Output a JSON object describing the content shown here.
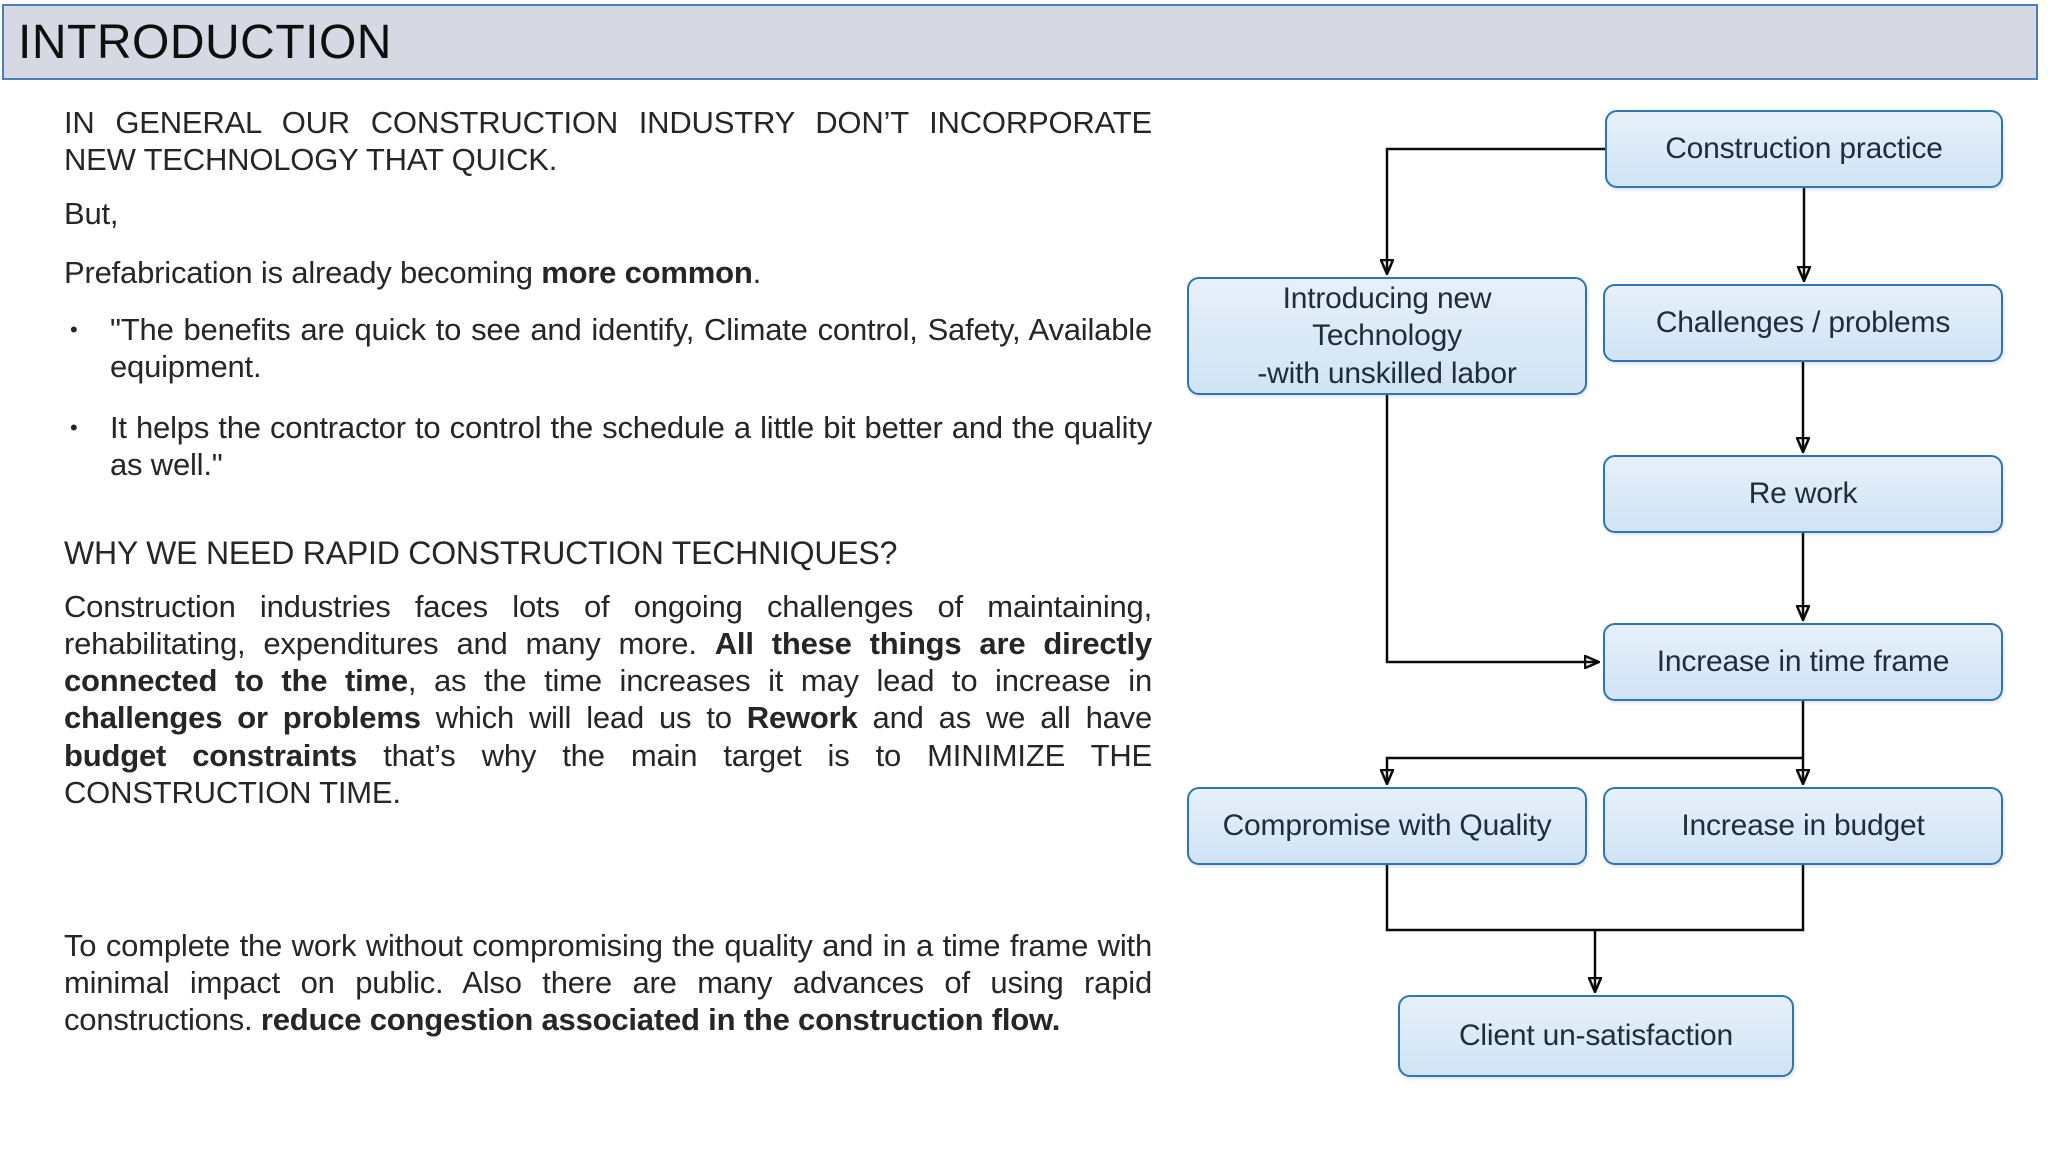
{
  "slide": {
    "title": "INTRODUCTION"
  },
  "content": {
    "opening": "IN GENERAL OUR CONSTRUCTION INDUSTRY DON’T INCORPORATE NEW TECHNOLOGY THAT QUICK.",
    "but": "But,",
    "bullet_char": "•",
    "prefab": {
      "pre": "Prefabrication is already becoming ",
      "bold": "more common",
      "post": "."
    },
    "bullets": [
      "\"The benefits are quick to see and identify, Climate control, Safety, Available equipment.",
      "It helps the contractor to control the schedule a little bit better and the quality as well.\""
    ],
    "why_heading": "WHY WE NEED RAPID CONSTRUCTION TECHNIQUES?",
    "why_para": {
      "s1": "Construction industries faces lots of ongoing challenges of maintaining, rehabilitating, expenditures and many more. ",
      "b1": "All these things are directly connected to the time",
      "s2": ", as the time increases it may lead to increase in ",
      "b2": "challenges or problems",
      "s3": " which will lead us to ",
      "b3": "Rework",
      "s4": " and as we all have ",
      "b4": "budget constraints",
      "s5": " that’s why the main target is to MINIMIZE THE CONSTRUCTION TIME."
    },
    "closing_para": {
      "s1": "To complete the work without compromising the quality and in a time frame with minimal impact on public. Also there are many advances of using rapid constructions. ",
      "b1": "reduce congestion associated in the construction flow."
    }
  },
  "flowchart": {
    "nodes": {
      "construction_practice": "Construction practice",
      "introducing_tech": "Introducing  new\nTechnology\n-with unskilled labor",
      "challenges": "Challenges / problems",
      "rework": "Re work",
      "timeframe": "Increase in time frame",
      "compromise": "Compromise with Quality",
      "budget": "Increase in budget",
      "client": "Client un-satisfaction"
    }
  },
  "colors": {
    "title_bar_fill": "#d6d9e3",
    "title_bar_border": "#4a7ebc",
    "node_fill_light": "#e7f0fa",
    "node_fill_dark": "#d2e3f4",
    "node_border": "#2e75b6",
    "node_text": "#212d3a",
    "body_text": "#262626",
    "connector": "#0a0a0a",
    "background": "#ffffff"
  }
}
